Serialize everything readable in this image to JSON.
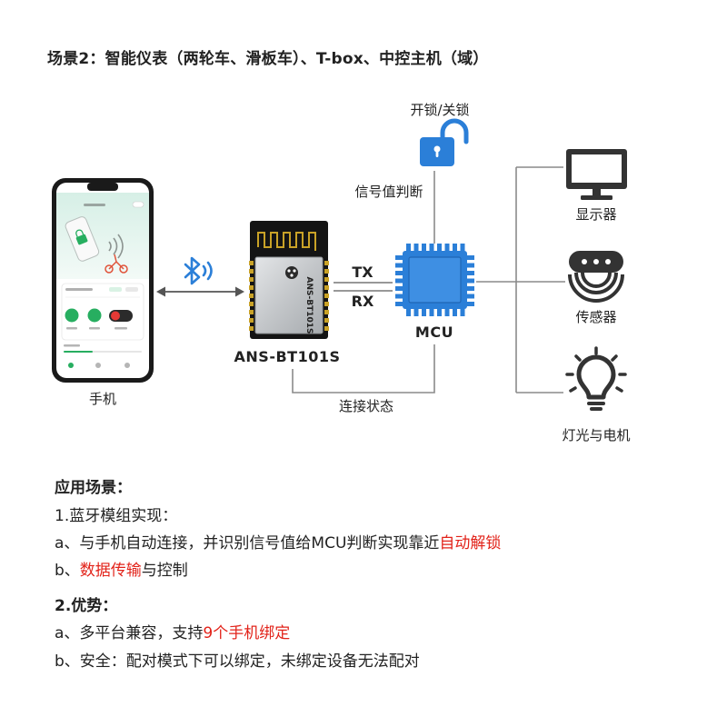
{
  "title": "场景2：智能仪表（两轮车、滑板车）、T-box、中控主机（域）",
  "colors": {
    "accent": "#2B7FD8",
    "highlight": "#E2231A",
    "text": "#222222",
    "line": "#8A8A8A",
    "icon": "#333333"
  },
  "diagram": {
    "phone": {
      "label": "手机",
      "icon": "smartphone-icon"
    },
    "bluetooth": {
      "icon": "bluetooth-icon"
    },
    "module": {
      "label": "ANS-BT101S",
      "print": "ANS-BT101S"
    },
    "uart": {
      "tx": "TX",
      "rx": "RX"
    },
    "mcu": {
      "label": "MCU",
      "icon": "chip-icon"
    },
    "lock": {
      "label": "开锁/关锁",
      "icon": "unlock-icon"
    },
    "signal_label": "信号值判断",
    "connection_label": "连接状态",
    "outputs": [
      {
        "label": "显示器",
        "icon": "monitor-icon"
      },
      {
        "label": "传感器",
        "icon": "sensor-icon"
      },
      {
        "label": "灯光与电机",
        "icon": "lightbulb-icon"
      }
    ]
  },
  "notes": {
    "heading": "应用场景：",
    "section1_title": "1.蓝牙模组实现：",
    "section1_a": {
      "prefix": "a、与手机自动连接，并识别信号值给MCU判断实现靠近",
      "highlight": "自动解锁"
    },
    "section1_b": {
      "prefix": "b、",
      "highlight": "数据传输",
      "suffix": "与控制"
    },
    "section2_title": "2.优势：",
    "section2_a": {
      "prefix": "a、多平台兼容，支持",
      "highlight": "9个手机绑定"
    },
    "section2_b": {
      "prefix": "b、安全：配对模式下可以绑定，未绑定设备无法配对"
    }
  }
}
